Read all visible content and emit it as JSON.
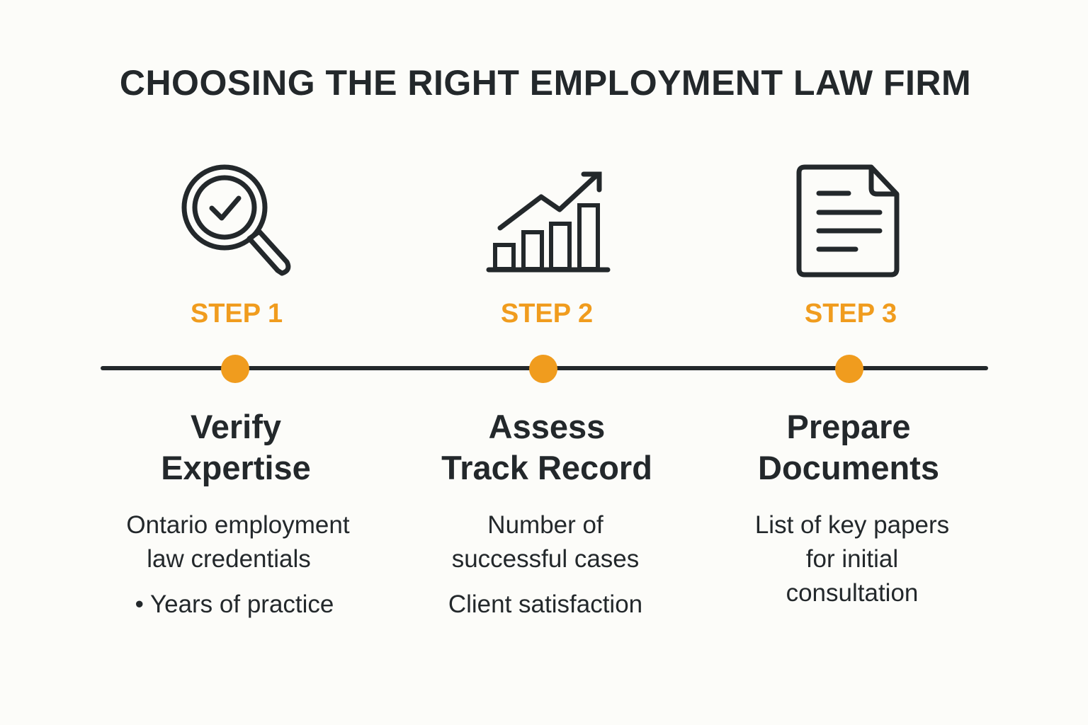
{
  "title": "CHOOSING THE RIGHT EMPLOYMENT LAW FIRM",
  "colors": {
    "accent": "#f09c1e",
    "text": "#23282b",
    "background": "#fcfcf9"
  },
  "steps": [
    {
      "label": "STEP 1",
      "icon": "magnifier-check-icon",
      "heading_line1": "Verify",
      "heading_line2": "Expertise",
      "desc_line1": "Ontario employment",
      "desc_line2": "law credentials",
      "desc_bullet": "Years of practice"
    },
    {
      "label": "STEP 2",
      "icon": "bar-chart-growth-icon",
      "heading_line1": "Assess",
      "heading_line2": "Track Record",
      "desc_line1": "Number of",
      "desc_line2": "successful cases",
      "desc_line3": "Client satisfaction"
    },
    {
      "label": "STEP 3",
      "icon": "document-icon",
      "heading_line1": "Prepare",
      "heading_line2": "Documents",
      "desc_line1": "List of key papers",
      "desc_line2": "for initial",
      "desc_line3": "consultation"
    }
  ]
}
